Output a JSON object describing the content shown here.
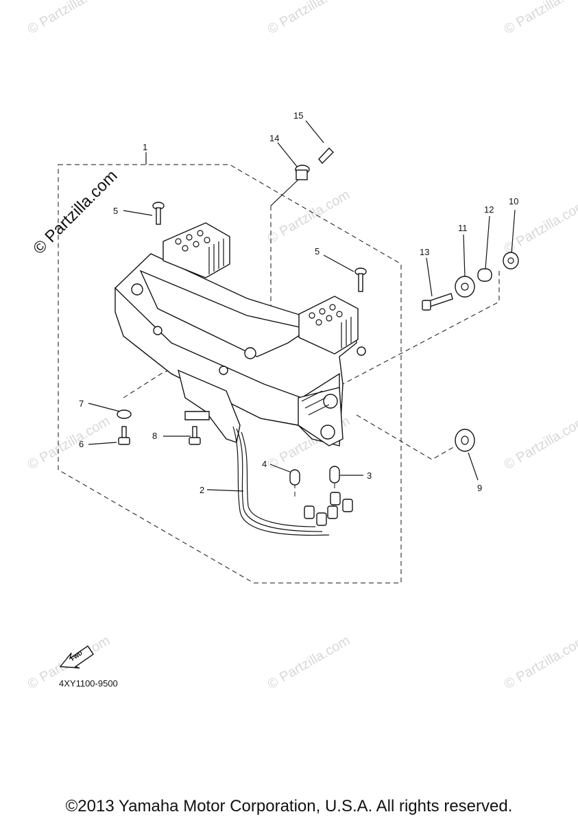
{
  "watermarks": {
    "side": "© Partzilla.com",
    "tile": "© Partzilla.com"
  },
  "callouts": {
    "c1": "1",
    "c2": "2",
    "c3": "3",
    "c4": "4",
    "c5a": "5",
    "c5b": "5",
    "c6": "6",
    "c7": "7",
    "c8": "8",
    "c9": "9",
    "c10": "10",
    "c11": "11",
    "c12": "12",
    "c13": "13",
    "c14": "14",
    "c15": "15"
  },
  "fwd_label": "FWD",
  "diagram_code": "4XY1100-9500",
  "copyright": "©2013 Yamaha Motor Corporation, U.S.A. All rights reserved."
}
